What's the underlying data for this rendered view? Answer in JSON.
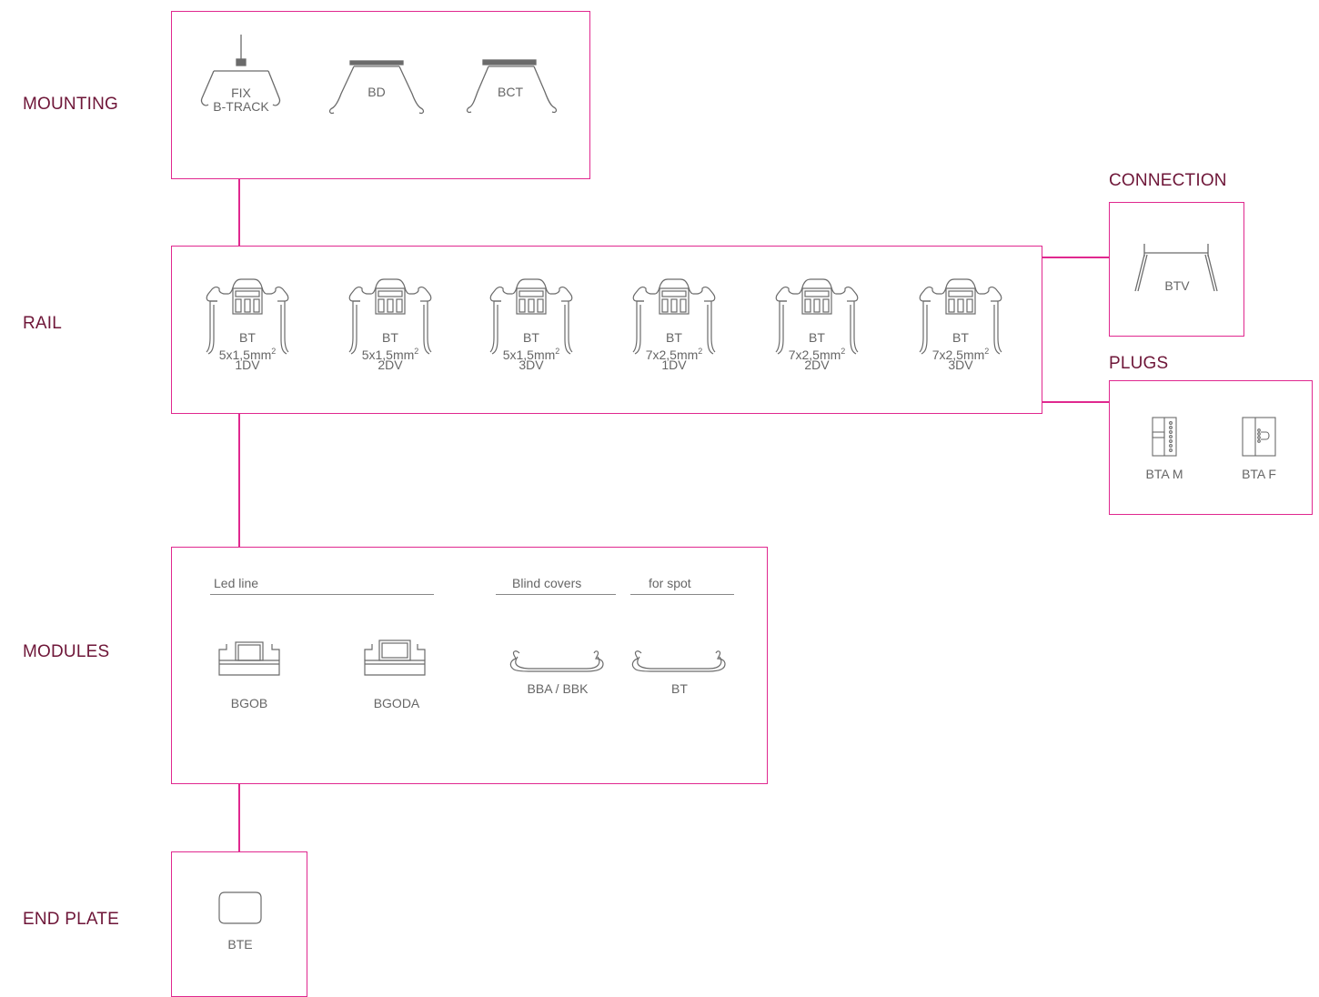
{
  "sections": {
    "mounting": "MOUNTING",
    "rail": "RAIL",
    "modules": "MODULES",
    "end_plate": "END PLATE",
    "connection": "CONNECTION",
    "plugs": "PLUGS"
  },
  "mounting_items": [
    {
      "line1": "FIX",
      "line2": "B-TRACK"
    },
    {
      "label": "BD"
    },
    {
      "label": "BCT"
    }
  ],
  "rail_items": [
    {
      "l1": "BT",
      "l2": "5x1,5mm",
      "sup": "2",
      "l3": "1DV"
    },
    {
      "l1": "BT",
      "l2": "5x1,5mm",
      "sup": "2",
      "l3": "2DV"
    },
    {
      "l1": "BT",
      "l2": "5x1,5mm",
      "sup": "2",
      "l3": "3DV"
    },
    {
      "l1": "BT",
      "l2": "7x2,5mm",
      "sup": "2",
      "l3": "1DV"
    },
    {
      "l1": "BT",
      "l2": "7x2,5mm",
      "sup": "2",
      "l3": "2DV"
    },
    {
      "l1": "BT",
      "l2": "7x2,5mm",
      "sup": "2",
      "l3": "3DV"
    }
  ],
  "connection_item": {
    "label": "BTV"
  },
  "plug_items": [
    {
      "label": "BTA M"
    },
    {
      "label": "BTA F"
    }
  ],
  "modules": {
    "led_line": "Led line",
    "blind_covers": "Blind covers",
    "for_spot": "for spot",
    "items": [
      {
        "label": "BGOB"
      },
      {
        "label": "BGODA"
      },
      {
        "label": "BBA / BBK"
      },
      {
        "label": "BT"
      }
    ]
  },
  "end_plate_item": {
    "label": "BTE"
  },
  "colors": {
    "accent": "#e0288f",
    "section_label": "#6e1638",
    "text": "#666666",
    "line_art": "#6b6b6b"
  }
}
